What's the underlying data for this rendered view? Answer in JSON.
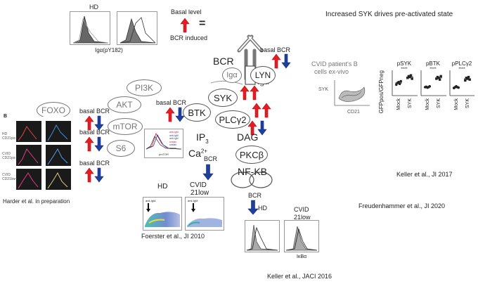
{
  "labels": {
    "hd": "HD",
    "igapy": "Igα(pY182)",
    "basal_level": "Basal level",
    "equals": "=",
    "bcr_induced": "BCR induced",
    "title": "Increased SYK drives pre-activated state",
    "bcr_big": "BCR",
    "basal_bcr_lyn": "basal BCR",
    "cvid_exvivo_l1": "CVID patient's B",
    "cvid_exvivo_l2": "cells ex-vivo",
    "syk_axis": "SYK",
    "cd21_axis": "CD21",
    "ip3": "IP",
    "ip3_sub": "3",
    "ca": "Ca",
    "ca_sup": "2+",
    "bcr_ca": "BCR",
    "dag": "DAG",
    "basal_bcr_pi3k": "basal BCR",
    "basal_bcr_akt": "basal BCR",
    "basal_bcr_mtor": "basal BCR",
    "basal_bcr_s6": "basal BCR",
    "panel_b": "B",
    "ptor": "pmTOR",
    "hd_flow": "HD",
    "cvid_flow_l1": "CVID",
    "cvid_flow_l2": "21low",
    "anti_igm": "anti-IgM",
    "foerster": "Foerster et al., JI 2010",
    "bcr_hd_bcr": "BCR",
    "bcr_hd_hd": "HD",
    "cvid21_l1": "CVID",
    "cvid21_l2": "21low",
    "ikba": "IκBα",
    "keller2016": "Keller et al., JACI 2016",
    "keller2017": "Keller et al., JI 2017",
    "freuden": "Freudenhammer et al., JI 2020",
    "harder": "Harder et al. in preparation",
    "gfp_ylabel": "GFPpos/GFPneg",
    "row_labels": [
      "HD",
      "CD21pos",
      "CVID",
      "CD21pos",
      "CVID",
      "CD21low"
    ]
  },
  "nodes": {
    "iga": "Igα",
    "igb": "Igα",
    "lyn": "LYN",
    "syk": "SYK",
    "btk": "BTK",
    "plcg2": "PLCγ2",
    "pkcb": "PKCβ",
    "nfkb": "NF-KB",
    "pi3k": "PI3K",
    "akt": "AKT",
    "mtor": "mTOR",
    "foxo": "FOXO",
    "s6": "S6"
  },
  "mini_legend": [
    "anti-IgM",
    "anti-IgM",
    "anti-IgM",
    "unstim",
    "unstim",
    "unstim"
  ],
  "chart_data": {
    "type": "scatter",
    "title": "",
    "panels": [
      {
        "title": "pSYK",
        "significance": "****",
        "categories": [
          "Mock",
          "SYK"
        ],
        "values": {
          "Mock": [
            1.3,
            1.5,
            1.6,
            1.4,
            1.7
          ],
          "SYK": [
            2.1,
            2.3,
            2.2,
            2.4,
            2.0
          ]
        }
      },
      {
        "title": "pBTK",
        "significance": "****",
        "categories": [
          "Mock",
          "SYK"
        ],
        "values": {
          "Mock": [
            1.0,
            1.05,
            0.95,
            1.0,
            1.1
          ],
          "SYK": [
            2.0,
            2.2,
            2.1,
            1.9,
            2.3
          ]
        }
      },
      {
        "title": "pPLCγ2",
        "significance": "****",
        "categories": [
          "Mock",
          "SYK"
        ],
        "values": {
          "Mock": [
            0.9,
            1.0,
            1.1,
            1.0,
            0.95
          ],
          "SYK": [
            1.8,
            2.1,
            2.0,
            2.2,
            1.9
          ]
        }
      }
    ],
    "ylabel": "GFPpos/GFPneg",
    "ylim": [
      0,
      3
    ]
  }
}
